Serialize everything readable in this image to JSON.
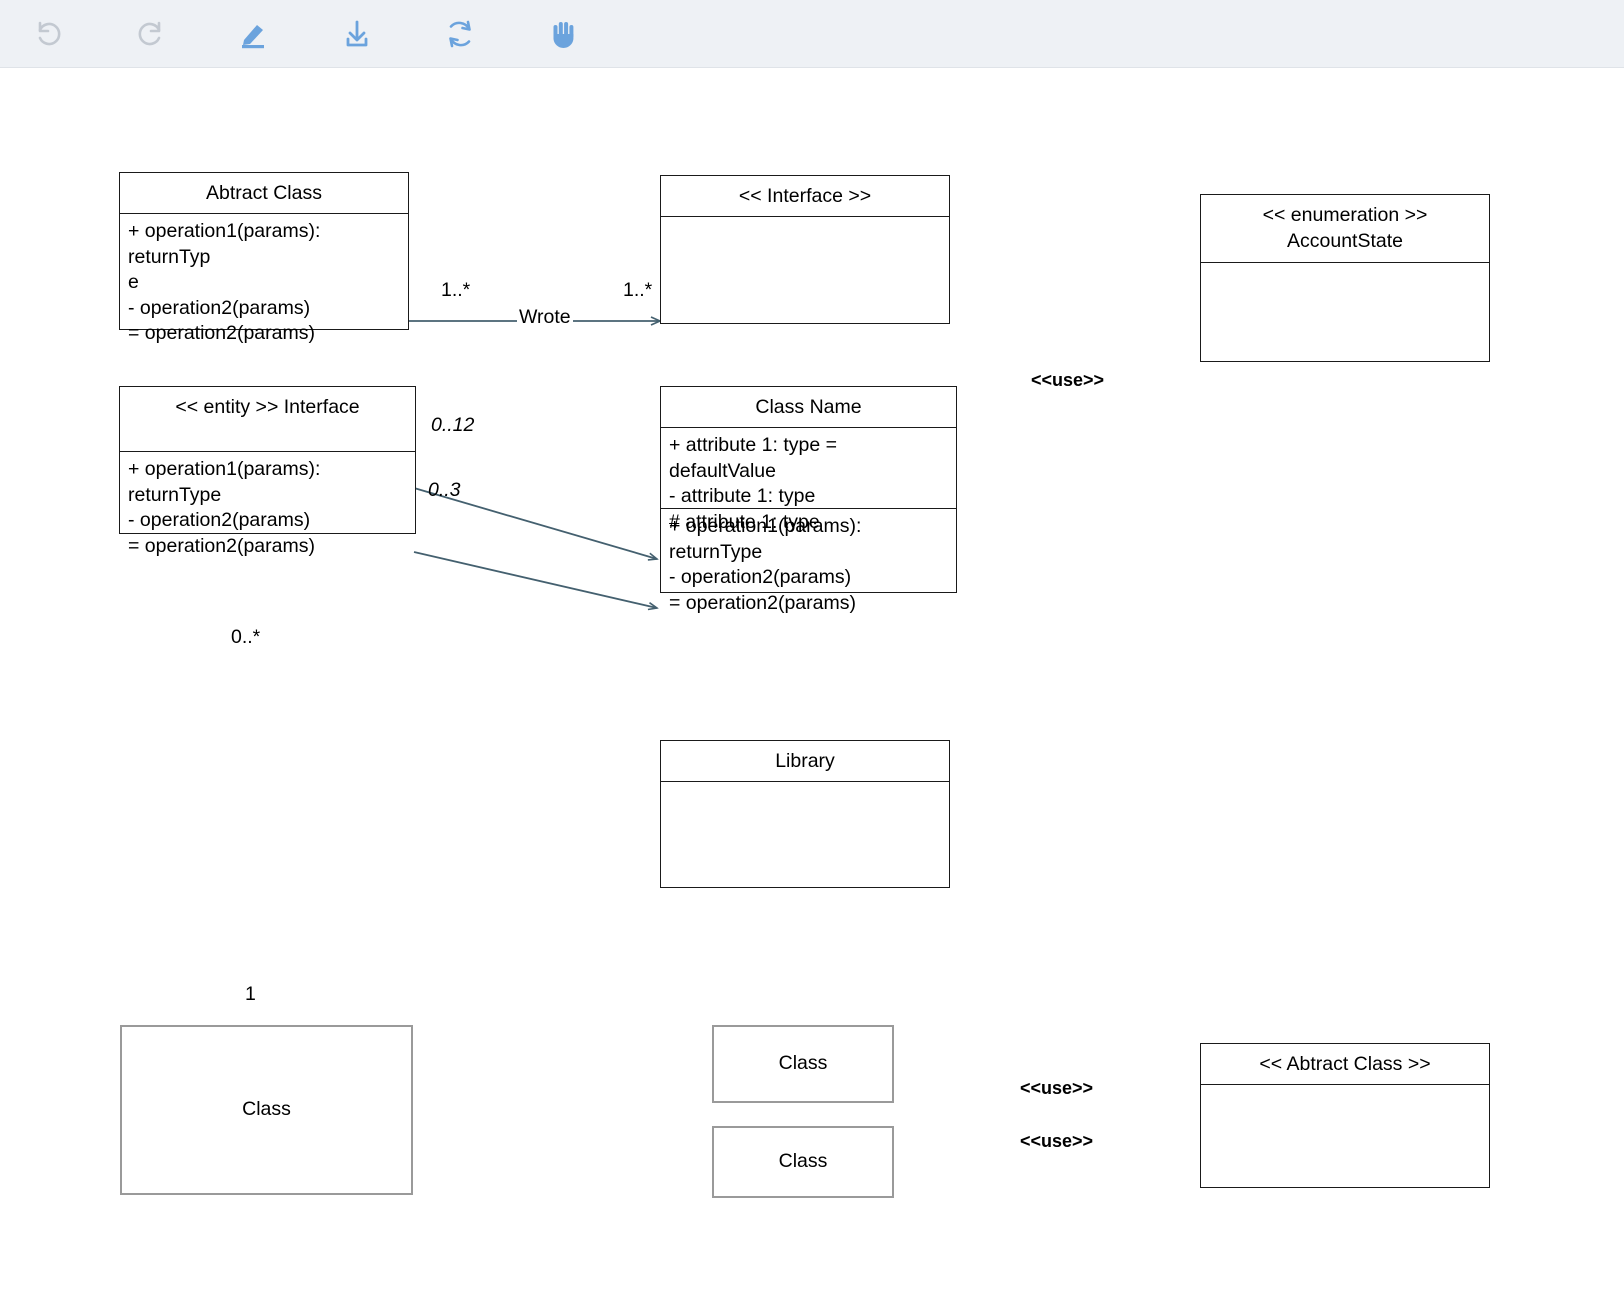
{
  "toolbar": {
    "buttons": [
      {
        "name": "undo-icon",
        "label": "Undo",
        "state": "disabled",
        "color": "#c3c9d1"
      },
      {
        "name": "redo-icon",
        "label": "Redo",
        "state": "disabled",
        "color": "#c3c9d1"
      },
      {
        "name": "pencil-icon",
        "label": "Draw",
        "state": "active",
        "color": "#6ba3dd"
      },
      {
        "name": "download-icon",
        "label": "Export",
        "state": "active",
        "color": "#6ba3dd"
      },
      {
        "name": "refresh-icon",
        "label": "Refresh",
        "state": "active",
        "color": "#6ba3dd"
      },
      {
        "name": "hand-icon",
        "label": "Pan",
        "state": "selected",
        "color": "#6ba3dd"
      }
    ],
    "background": "#eef1f5"
  },
  "canvas": {
    "background": "#ffffff",
    "edge_color": "#44606f",
    "box_border": "#1a1a1a",
    "box_border_gray": "#9a9a9a"
  },
  "diagram": {
    "type": "uml-class-diagram",
    "nodes": {
      "abstract_class": {
        "title": "Abtract Class",
        "body": "+ operation1(params): returnTyp\ne\n- operation2(params)\n= operation2(params)"
      },
      "interface_top": {
        "title": "<< Interface >>",
        "body": ""
      },
      "enumeration": {
        "title": "<< enumeration >>\nAccountState",
        "body": ""
      },
      "entity_interface": {
        "title": "<< entity >>\nInterface",
        "body": "+ operation1(params): returnType\n- operation2(params)\n= operation2(params)"
      },
      "class_name": {
        "title": "Class Name",
        "attributes": "+ attribute 1: type = defaultValue\n- attribute 1: type\n# attribute 1: type",
        "operations": "+ operation1(params): returnType\n- operation2(params)\n= operation2(params)"
      },
      "library": {
        "title": "Library",
        "body": ""
      },
      "class_left_bottom": {
        "title": "Class"
      },
      "class_mid_upper": {
        "title": "Class"
      },
      "class_mid_lower": {
        "title": "Class"
      },
      "abstract_class_right": {
        "title": "<< Abtract Class >>",
        "body": ""
      }
    },
    "edge_labels": {
      "wrote": "Wrote",
      "wrote_source_mult": "1..*",
      "wrote_target_mult": "1..*",
      "entity_to_attrs_mult": "0..12",
      "entity_to_ops_mult": "0..3",
      "entity_to_class_mult_top": "0..*",
      "entity_to_class_mult_bottom": "1",
      "use_enumeration": "<<use>>",
      "use_upper_right": "<<use>>",
      "use_lower_right": "<<use>>"
    }
  }
}
